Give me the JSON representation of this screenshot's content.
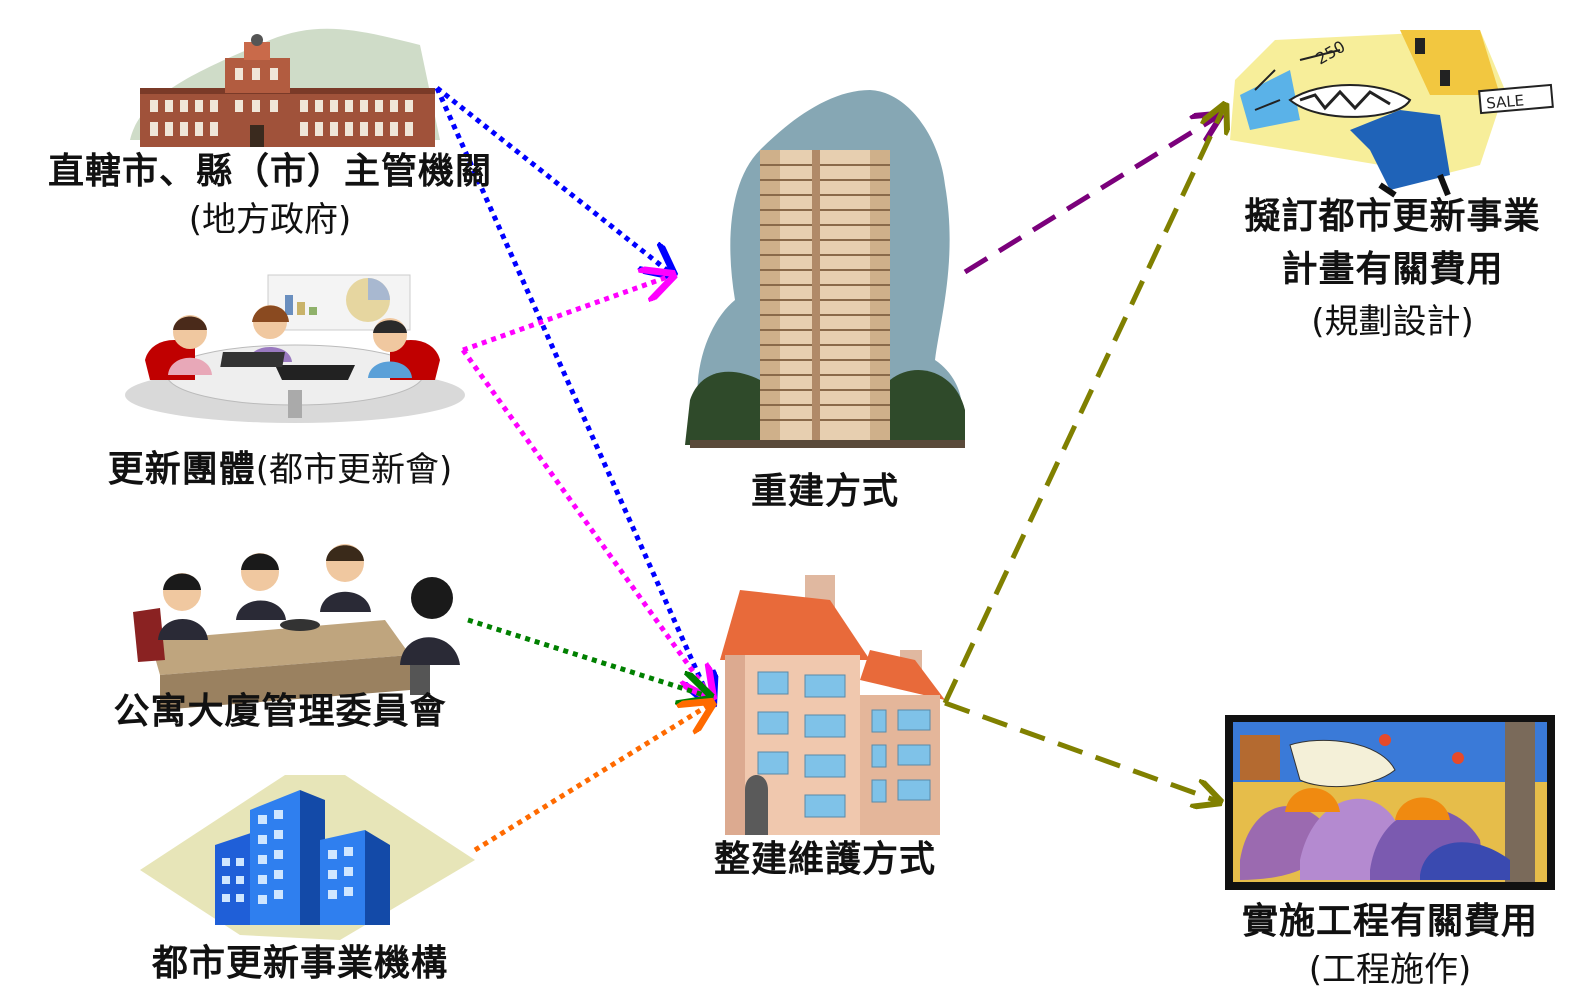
{
  "sources": [
    {
      "id": "gov",
      "title": "直轄市、縣（市）主管機關",
      "subtitle": "(地方政府)",
      "icon": "city-hall-icon",
      "color": "#0000ff"
    },
    {
      "id": "group",
      "title_bold": "更新團體",
      "title_rest": "(都市更新會)",
      "icon": "meeting-table-icon",
      "color": "#ff00ff"
    },
    {
      "id": "committee",
      "title": "公寓大廈管理委員會",
      "icon": "business-meeting-icon",
      "color": "#008000"
    },
    {
      "id": "agency",
      "title": "都市更新事業機構",
      "icon": "office-buildings-icon",
      "color": "#ff6a00"
    }
  ],
  "methods": [
    {
      "id": "rebuild",
      "title": "重建方式",
      "icon": "high-rise-tower-icon"
    },
    {
      "id": "renovate",
      "title": "整建維護方式",
      "icon": "apartment-house-icon"
    }
  ],
  "costs": [
    {
      "id": "plan",
      "title_line1": "擬訂都市更新事業",
      "title_line2": "計畫有關費用",
      "subtitle": "(規劃設計)",
      "icon": "planning-blueprint-icon"
    },
    {
      "id": "build",
      "title": "實施工程有關費用",
      "subtitle": "(工程施作)",
      "icon": "construction-workers-icon"
    }
  ],
  "arrow_colors": {
    "gov": "#0000ff",
    "group": "#ff00ff",
    "committee": "#008000",
    "agency": "#ff6a00",
    "rebuild_to_plan": "#7b007b",
    "renovate_to_costs": "#808000"
  },
  "sign_text": "SALE",
  "blueprint_text": "250"
}
